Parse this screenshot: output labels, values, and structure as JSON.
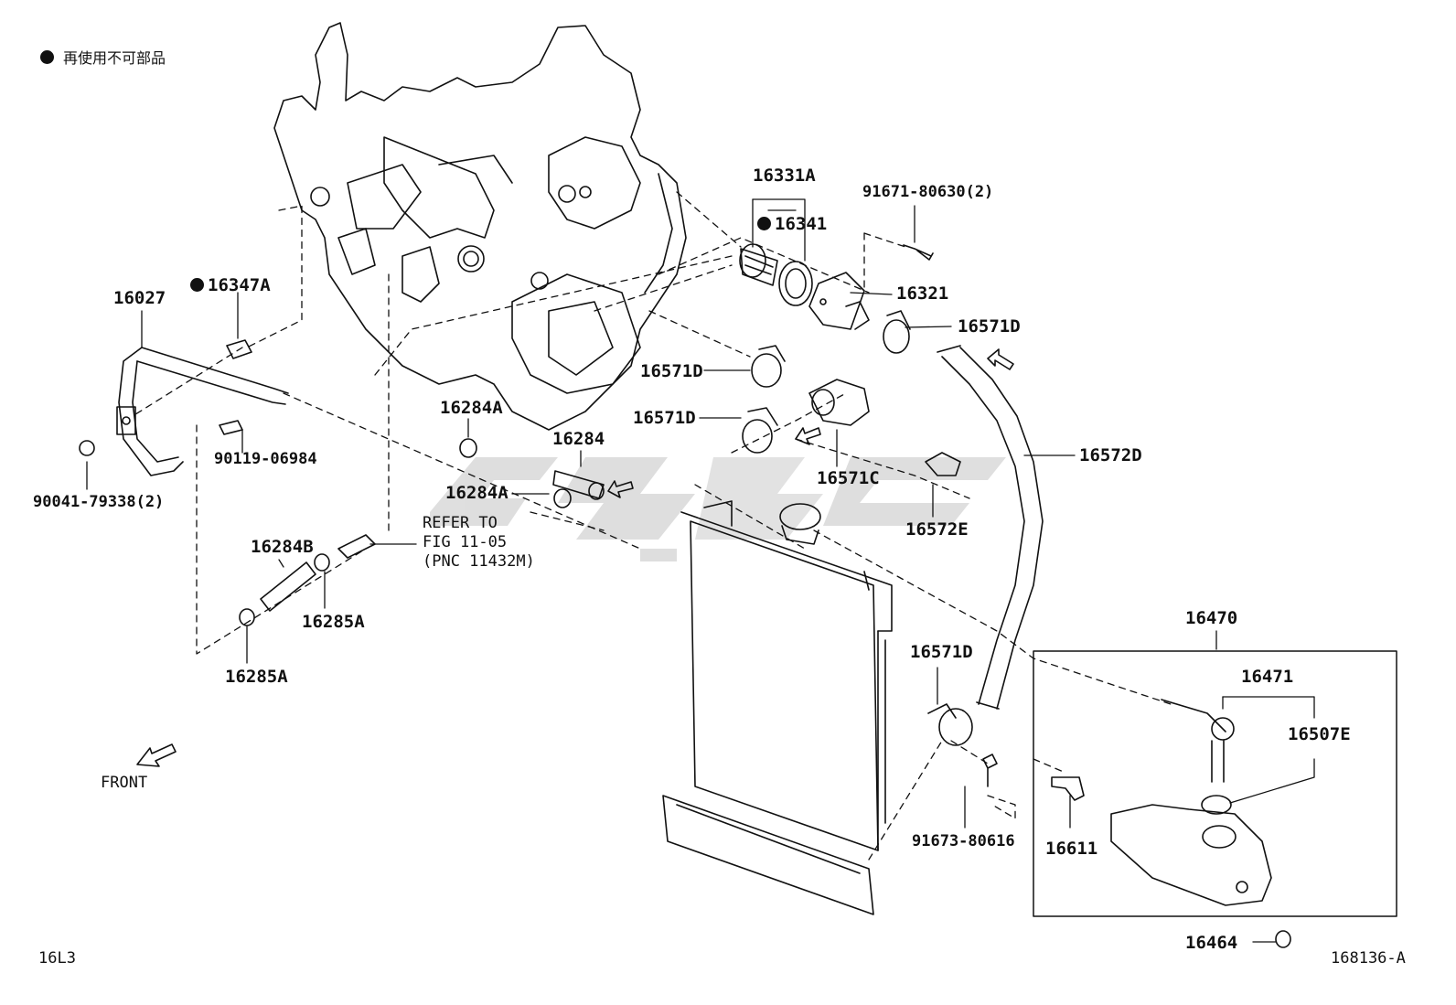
{
  "legend": {
    "symbol": "filled-circle",
    "text": "再使用不可部品"
  },
  "labels": {
    "p16331A": "16331A",
    "p16341": "16341",
    "p91671": "91671-80630(2)",
    "p16321": "16321",
    "p16571D_a": "16571D",
    "p16571D_b": "16571D",
    "p16571D_c": "16571D",
    "p16571D_d": "16571D",
    "p16571C": "16571C",
    "p16572D": "16572D",
    "p16572E": "16572E",
    "p16027": "16027",
    "p16347A": "16347A",
    "p90119": "90119-06984",
    "p90041": "90041-79338(2)",
    "p16284A_a": "16284A",
    "p16284": "16284",
    "p16284A_b": "16284A",
    "p16284B": "16284B",
    "p16285A_a": "16285A",
    "p16285A_b": "16285A",
    "ref_line1": "REFER TO",
    "ref_line2": "FIG 11-05",
    "ref_line3": "(PNC 11432M)",
    "p16470": "16470",
    "p16471": "16471",
    "p16507E": "16507E",
    "p16611": "16611",
    "p91673": "91673-80616",
    "p16464": "16464",
    "front": "FRONT",
    "code_left": "16L3",
    "code_right": "168136-A"
  },
  "colors": {
    "line": "#111111",
    "watermark": "#d9d9d9",
    "background": "#ffffff"
  }
}
